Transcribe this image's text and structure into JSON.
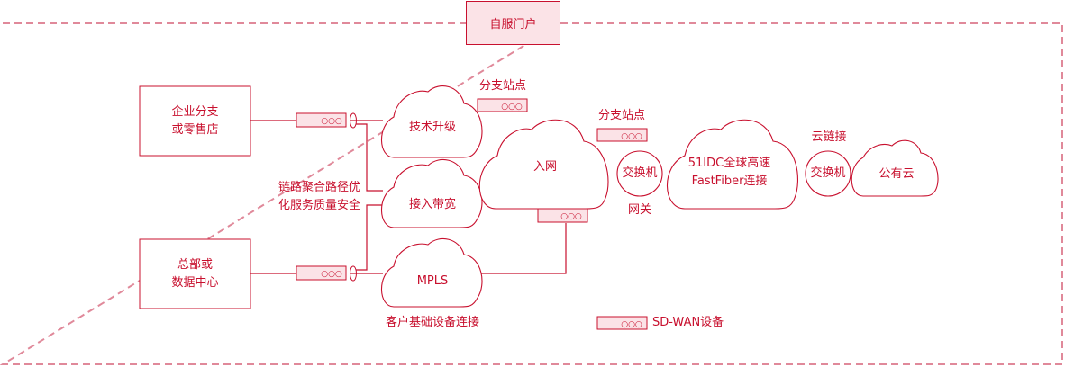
{
  "portal": {
    "label": "自服门户"
  },
  "sites": {
    "branch": {
      "line1": "企业分支",
      "line2": "或零售店"
    },
    "hq": {
      "line1": "总部或",
      "line2": "数据中心"
    }
  },
  "clouds": {
    "tech_upgrade": "技术升级",
    "access_bandwidth": "接入带宽",
    "mpls": "MPLS",
    "network_entry": "入网",
    "fastfiber_line1": "51IDC全球高速",
    "fastfiber_line2": "FastFiber连接",
    "public_cloud": "公有云"
  },
  "switches": {
    "gateway_switch": "交换机",
    "cloud_switch": "交换机"
  },
  "labels": {
    "branch_site_1": "分支站点",
    "branch_site_2": "分支站点",
    "gateway": "网关",
    "cloud_link": "云链接",
    "link_aggregation_line1": "链路聚合路径优",
    "link_aggregation_line2": "化服务质量安全",
    "customer_equipment": "客户基础设备连接"
  },
  "legend": {
    "sdwan_device": "SD-WAN设备"
  },
  "device_glyph": "○○○",
  "colors": {
    "accent": "#c8102e",
    "fill": "#fbe3e7",
    "dash": "#e0899a"
  }
}
